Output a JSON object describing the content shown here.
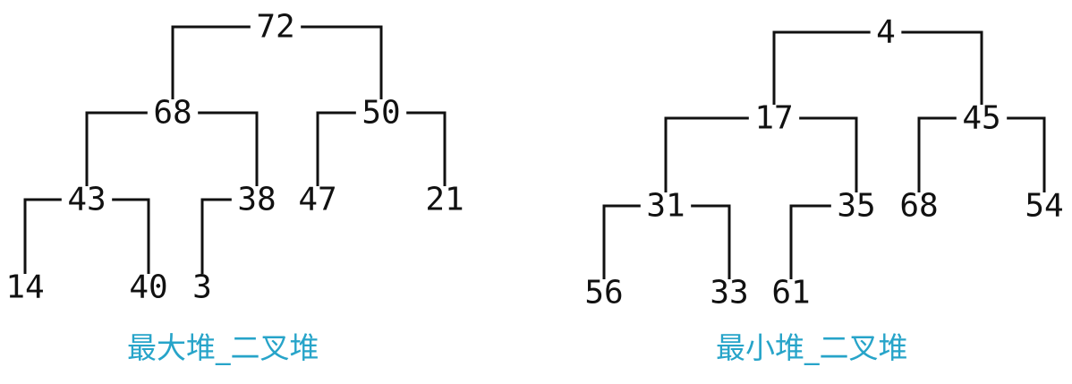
{
  "caption_color": "#27a4c9",
  "max_heap": {
    "caption": "最大堆_二叉堆",
    "nodes": {
      "n0": "72",
      "n1": "68",
      "n2": "50",
      "n3": "43",
      "n4": "38",
      "n5": "47",
      "n6": "21",
      "n7": "14",
      "n8": "40",
      "n9": "3"
    },
    "edges": [
      [
        "n0",
        "n1"
      ],
      [
        "n0",
        "n2"
      ],
      [
        "n1",
        "n3"
      ],
      [
        "n1",
        "n4"
      ],
      [
        "n2",
        "n5"
      ],
      [
        "n2",
        "n6"
      ],
      [
        "n3",
        "n7"
      ],
      [
        "n3",
        "n8"
      ],
      [
        "n4",
        "n9"
      ]
    ]
  },
  "min_heap": {
    "caption": "最小堆_二叉堆",
    "nodes": {
      "m0": "4",
      "m1": "17",
      "m2": "45",
      "m3": "31",
      "m4": "35",
      "m5": "68",
      "m6": "54",
      "m7": "56",
      "m8": "33",
      "m9": "61"
    },
    "edges": [
      [
        "m0",
        "m1"
      ],
      [
        "m0",
        "m2"
      ],
      [
        "m1",
        "m3"
      ],
      [
        "m1",
        "m4"
      ],
      [
        "m2",
        "m5"
      ],
      [
        "m2",
        "m6"
      ],
      [
        "m3",
        "m7"
      ],
      [
        "m3",
        "m8"
      ],
      [
        "m4",
        "m9"
      ]
    ]
  }
}
